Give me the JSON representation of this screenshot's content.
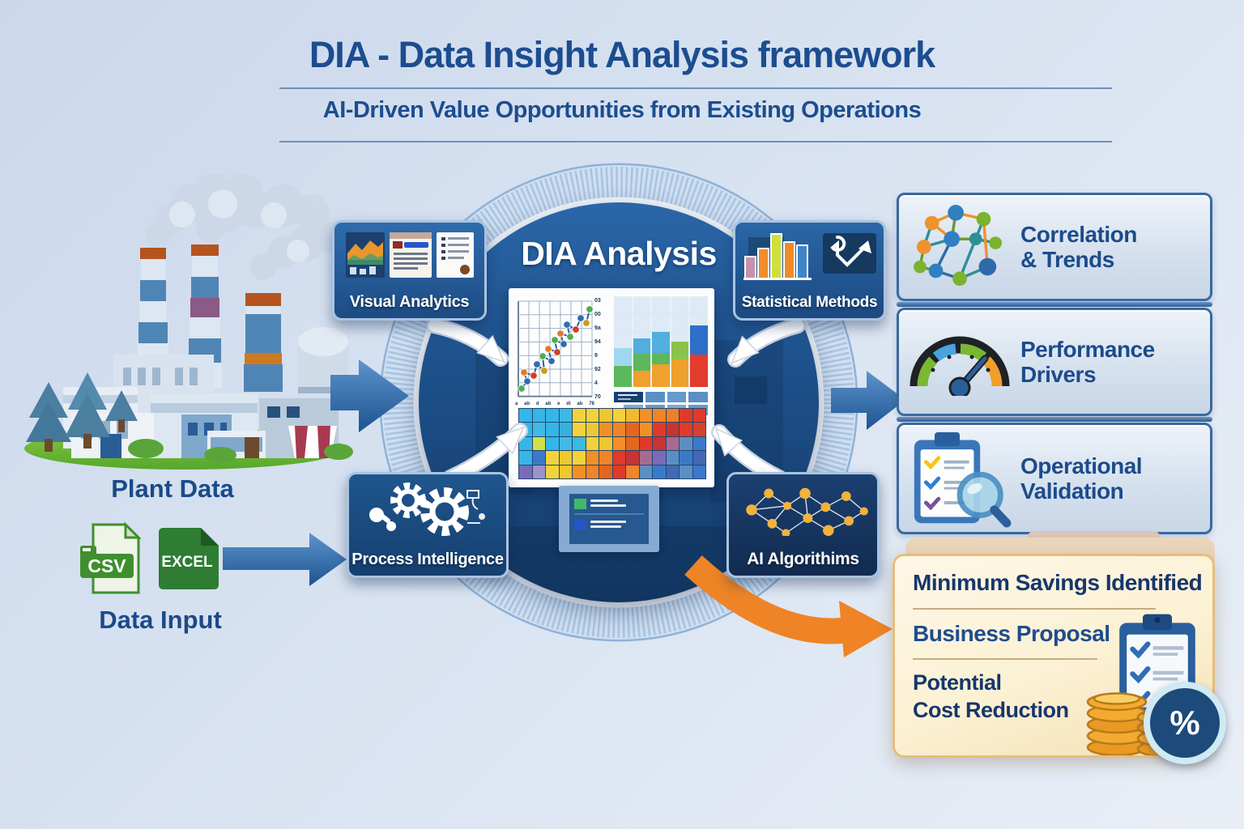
{
  "header": {
    "title": "DIA - Data Insight Analysis framework",
    "subtitle": "AI-Driven Value Opportunities from Existing Operations"
  },
  "left": {
    "plant_label": "Plant Data",
    "csv": "CSV",
    "excel": "EXCEL",
    "input_label": "Data Input"
  },
  "hub": {
    "title": "DIA Analysis"
  },
  "methods": {
    "visual": "Visual Analytics",
    "statistical": "Statistical Methods",
    "process": "Process Intelligence",
    "ai": "AI Algorithims"
  },
  "outcomes": [
    {
      "line1": "Correlation",
      "line2": "& Trends",
      "icon": "network-icon"
    },
    {
      "line1": "Performance",
      "line2": "Drivers",
      "icon": "gauge-icon"
    },
    {
      "line1": "Operational",
      "line2": "Validation",
      "icon": "clipboard-magnifier-icon"
    }
  ],
  "savings": {
    "title": "Minimum Savings Identified",
    "proposal": "Business Proposal",
    "potential1": "Potential",
    "potential2": "Cost Reduction",
    "percent": "%"
  },
  "colors": {
    "navy_text": "#1b4a8a",
    "box_blue": "#215a96",
    "hub_navy": "#1d4f88",
    "accent_orange": "#ee8a28",
    "coin_gold": "#f0a832",
    "cream_panel": "#fcf1d4",
    "csv_green": "#3f8f2f",
    "excel_green": "#2e7d32",
    "arrow_blue": "#2f6aa8"
  },
  "chart_data": [
    {
      "type": "scatter",
      "title": "trend scatter (decorative, inside DIA Analysis hub)",
      "points": [
        [
          8,
          112,
          "#4caf50"
        ],
        [
          15,
          103,
          "#2f6db0"
        ],
        [
          11,
          92,
          "#e07b2a"
        ],
        [
          23,
          96,
          "#cc4125"
        ],
        [
          27,
          82,
          "#2f6db0"
        ],
        [
          36,
          90,
          "#c7a019"
        ],
        [
          34,
          72,
          "#4caf50"
        ],
        [
          45,
          78,
          "#2f6db0"
        ],
        [
          41,
          63,
          "#e07b2a"
        ],
        [
          52,
          67,
          "#cc4125"
        ],
        [
          49,
          52,
          "#4caf50"
        ],
        [
          60,
          57,
          "#2f6db0"
        ],
        [
          56,
          44,
          "#e07b2a"
        ],
        [
          68,
          48,
          "#4caf50"
        ],
        [
          64,
          33,
          "#2f6db0"
        ],
        [
          75,
          39,
          "#cc4125"
        ],
        [
          81,
          25,
          "#2f6db0"
        ],
        [
          88,
          31,
          "#c7a019"
        ],
        [
          92,
          14,
          "#4caf50"
        ]
      ],
      "y_ticks": [
        "03",
        "00",
        "9a",
        "94",
        "9",
        "92",
        "4",
        "70"
      ],
      "x_ticks": [
        "a",
        "ab",
        "d",
        "ab",
        "e",
        "di",
        "ab",
        "78"
      ]
    },
    {
      "type": "bar",
      "stacked": true,
      "title": "stacked bars (decorative, inside DIA Analysis hub)",
      "bars": [
        [
          [
            "#5cb85c",
            26
          ],
          [
            "#9fd7ef",
            22
          ]
        ],
        [
          [
            "#f0a02c",
            20
          ],
          [
            "#5cb85c",
            22
          ],
          [
            "#52aede",
            18
          ]
        ],
        [
          [
            "#f0a02c",
            28
          ],
          [
            "#5cb85c",
            14
          ],
          [
            "#52aede",
            26
          ]
        ],
        [
          [
            "#f0a02c",
            34
          ],
          [
            "#8bc34a",
            22
          ]
        ],
        [
          [
            "#e23c2e",
            40
          ],
          [
            "#2f6ec9",
            36
          ]
        ]
      ]
    },
    {
      "type": "heatmap",
      "title": "heatmap (decorative, inside DIA Analysis hub)",
      "rows": [
        [
          "#35b6e8",
          "#35b6e8",
          "#35b6e8",
          "#3ab9e3",
          "#f3d23c",
          "#f3d23c",
          "#efc72f",
          "#f3d23c",
          "#f0b92f",
          "#f29027",
          "#f08428",
          "#ef7f26",
          "#e03a2a",
          "#e03a2a"
        ],
        [
          "#35b6e8",
          "#41bbe4",
          "#35b6e8",
          "#38b0dd",
          "#f3d23c",
          "#ecc832",
          "#f29027",
          "#f08428",
          "#e5661e",
          "#f29027",
          "#e03a2a",
          "#c63434",
          "#e03a2a",
          "#d8402e"
        ],
        [
          "#35b6e8",
          "#cfe04a",
          "#35b6e8",
          "#41bbe4",
          "#3ab9e3",
          "#f3d23c",
          "#efc72f",
          "#f29027",
          "#e5661e",
          "#e03a2a",
          "#c63434",
          "#a96a92",
          "#5b8fc4",
          "#3a7ac9"
        ],
        [
          "#35b6e8",
          "#3a7ac9",
          "#f3d23c",
          "#efc72f",
          "#f3d23c",
          "#f29027",
          "#f08428",
          "#e03a2a",
          "#c63434",
          "#a96a92",
          "#7b6ab8",
          "#5b8fc4",
          "#3a7ac9",
          "#4468b5"
        ],
        [
          "#7b6ab8",
          "#9d92cc",
          "#f3d23c",
          "#efc72f",
          "#f29027",
          "#f08428",
          "#e5661e",
          "#e03a2a",
          "#f08428",
          "#5b8fc4",
          "#3a7ac9",
          "#4468b5",
          "#5b8fc4",
          "#3a7ac9"
        ]
      ]
    }
  ]
}
